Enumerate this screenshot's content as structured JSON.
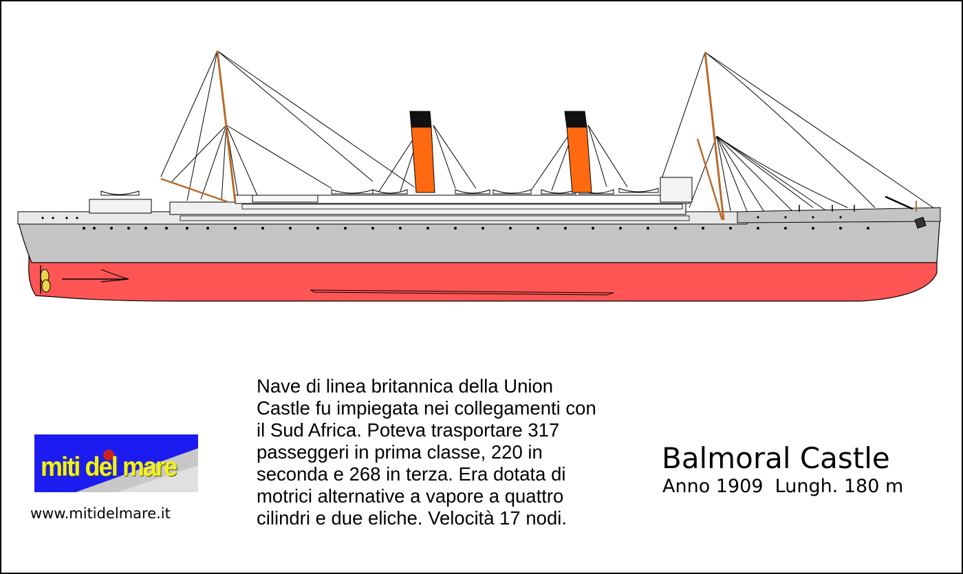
{
  "ship": {
    "name": "Balmoral Castle",
    "specs": "Anno 1909  Lungh. 180 m"
  },
  "description_lines": [
    "Nave di linea britannica della Union",
    "Castle fu impiegata nei collegamenti con",
    "il Sud Africa. Poteva trasportare 317",
    "passeggeri in prima classe, 220 in",
    "seconda e 268 in terza. Era dotata di",
    "motrici alternative a vapore a quattro",
    "cilindri e due eliche. Velocità 17 nodi."
  ],
  "logo": {
    "text": "miti del mare"
  },
  "website": "www.mitidelmare.it",
  "colors": {
    "hull_upper": "#c4c4c4",
    "hull_lower": "#ff5555",
    "funnel": "#ff6a10",
    "funnel_top": "#111111",
    "logo_bg": "#1c1cf0",
    "logo_text": "#f2f21a",
    "mast": "#b8692a"
  }
}
